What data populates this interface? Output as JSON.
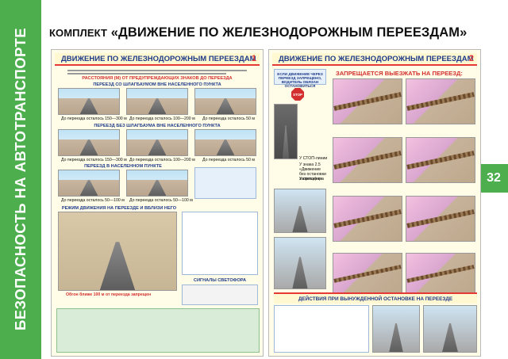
{
  "sidebar": {
    "text": "БЕЗОПАСНОСТЬ НА АВТОТРАНСПОРТЕ"
  },
  "page_number": "32",
  "title": {
    "prefix": "КОМПЛЕКТ",
    "main": "«ДВИЖЕНИЕ ПО ЖЕЛЕЗНОДОРОЖНЫМ ПЕРЕЕЗДАМ»"
  },
  "poster1": {
    "header": "ДВИЖЕНИЕ ПО ЖЕЛЕЗНОДОРОЖНЫМ ПЕРЕЕЗДАМ",
    "number": "1",
    "section_distances": "РАССТОЯНИЯ (М) ОТ ПРЕДУПРЕЖДАЮЩИХ ЗНАКОВ ДО ПЕРЕЕЗДА",
    "section_with_barrier": "ПЕРЕЕЗД СО ШЛАГБАУМОМ ВНЕ НАСЕЛЕННОГО ПУНКТА",
    "section_without_barrier": "ПЕРЕЕЗД БЕЗ ШЛАГБАУМА ВНЕ НАСЕЛЕННОГО ПУНКТА",
    "section_in_town": "ПЕРЕЕЗД В НАСЕЛЕННОМ ПУНКТЕ",
    "captions": [
      "До переезда осталось 150—300 м",
      "До переезда осталось 100—200 м",
      "До переезда осталось 50 м",
      "До переезда осталось 150—300 м",
      "До переезда осталось 100—200 м",
      "До переезда осталось 50 м",
      "До переезда осталось 50—100 м",
      "До переезда осталось 50—100 м"
    ],
    "section_modes": "РЕЖИМ ДВИЖЕНИЯ НА ПЕРЕЕЗДЕ И ВБЛИЗИ НЕГО",
    "section_signals": "СИГНАЛЫ СВЕТОФОРА",
    "bottom_caption": "Обгон ближе 100 м от переезда запрещен"
  },
  "poster2": {
    "header": "ДВИЖЕНИЕ ПО ЖЕЛЕЗНОДОРОЖНЫМ ПЕРЕЕЗДАМ",
    "number": "2",
    "section_stop": "ЕСЛИ ДВИЖЕНИЕ ЧЕРЕЗ ПЕРЕЕЗД ЗАПРЕЩЕНО, ВОДИТЕЛЬ ОБЯЗАН ОСТАНОВИТЬСЯ",
    "section_forbidden": "ЗАПРЕЩАЕТСЯ ВЫЕЗЖАТЬ НА ПЕРЕЕЗД:",
    "stop_sign": "STOP",
    "stop_list": [
      "У СТОП-линии",
      "У знака 2.5 «Движение без остановки запрещено»",
      "У светофора"
    ],
    "section_forced_stop": "ДЕЙСТВИЯ ПРИ ВЫНУЖДЕННОЙ ОСТАНОВКЕ НА ПЕРЕЕЗДЕ"
  }
}
